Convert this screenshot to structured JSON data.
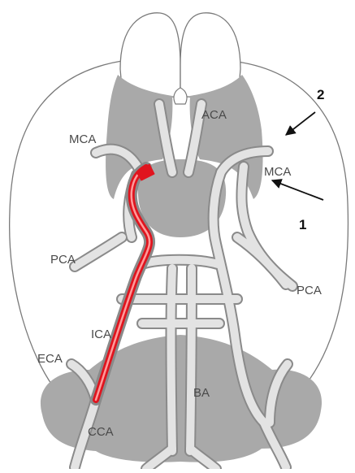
{
  "figure": {
    "labels": {
      "aca": "ACA",
      "mca_left": "MCA",
      "mca_right": "MCA",
      "pca_left": "PCA",
      "pca_right": "PCA",
      "ica": "ICA",
      "eca": "ECA",
      "ba": "BA",
      "cca": "CCA"
    },
    "markers": {
      "one": "1",
      "two": "2"
    },
    "colors": {
      "brain_outline": "#7a7a7a",
      "territory_fill": "#a9a9a9",
      "vessel_fill": "#e3e3e3",
      "vessel_stroke": "#8a8a8a",
      "highlight": "#e0141e",
      "arrow": "#111111"
    }
  }
}
